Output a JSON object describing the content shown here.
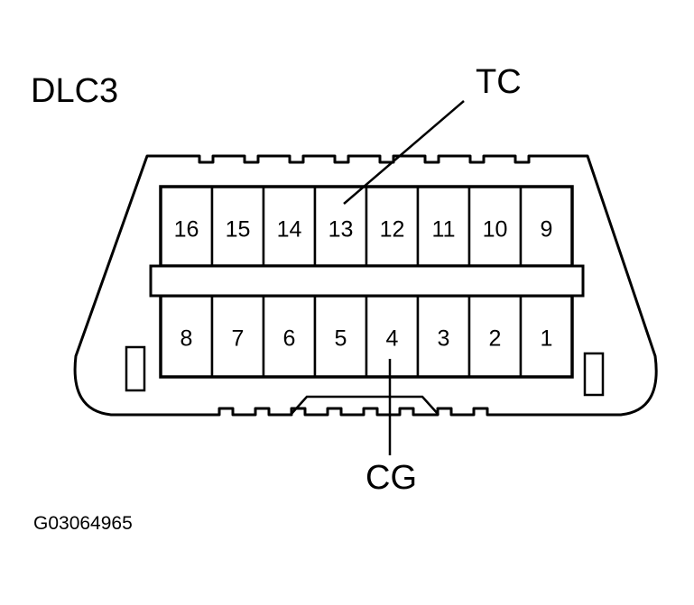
{
  "title": "DLC3",
  "labels": {
    "tc": "TC",
    "cg": "CG"
  },
  "figure_code": "G03064965",
  "pins_top": [
    "16",
    "15",
    "14",
    "13",
    "12",
    "11",
    "10",
    "9"
  ],
  "pins_bottom": [
    "8",
    "7",
    "6",
    "5",
    "4",
    "3",
    "2",
    "1"
  ],
  "colors": {
    "ink": "#000000",
    "paper": "#ffffff"
  }
}
